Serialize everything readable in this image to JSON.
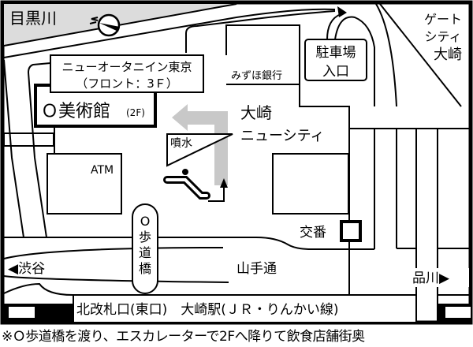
{
  "labels": {
    "river": "目黒川",
    "hotel_line1": "ニューオータニイン東京",
    "hotel_line2": "（フロント：3Ｆ）",
    "museum": "Ｏ美術館",
    "museum_floor": "(2F)",
    "mizuho": "みずほ銀行",
    "parking_line1": "駐車場",
    "parking_line2": "入口",
    "gate_line1": "ゲート",
    "gate_line2": "シティ",
    "gate_line3": "大崎",
    "newcity_line1": "大崎",
    "newcity_line2": "ニューシティ",
    "fountain": "噴水",
    "atm": "ATM",
    "bridge": [
      "O",
      "歩",
      "道",
      "橋"
    ],
    "koban": "交番",
    "shibuya": "◀渋谷",
    "yamate": "山手通",
    "shinagawa": "品川▶",
    "station": "北改札口(東口)　大崎駅(ＪＲ・りんかい線)"
  },
  "caption": "※Ｏ歩道橋を渡り、エスカレーターで2Fへ降りて飲食店舗街奥",
  "colors": {
    "river": "#dcdcdc",
    "route_arrow": "#c8c8c8",
    "ink": "#000000"
  }
}
